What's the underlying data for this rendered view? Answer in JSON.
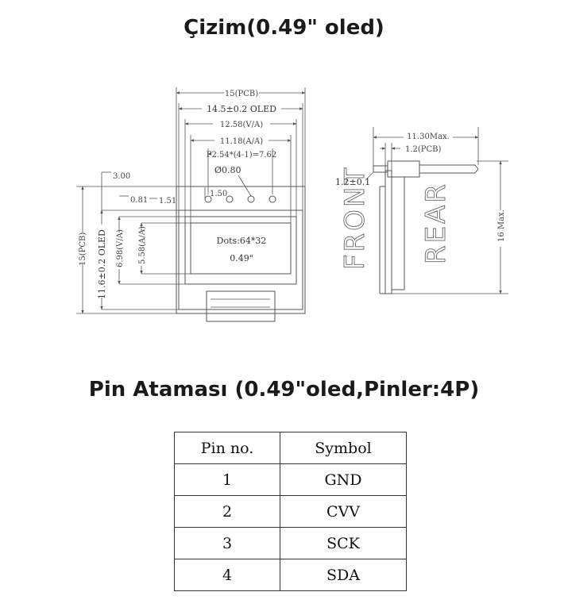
{
  "titles": {
    "drawing": "Çizim(0.49\" oled)",
    "pin": "Pin Ataması (0.49\"oled,Pinler:4P)"
  },
  "drawing": {
    "dims": {
      "pcb_width": "15(PCB)",
      "oled_width": "14.5±0.2 OLED",
      "va_width": "12.58(V/A)",
      "aa_width": "11.18(A/A)",
      "pitch": "P2.54*(4-1)=7.62",
      "hole": "Ø0.80",
      "pin_offset": "1.50",
      "top_offset": "3.00",
      "left_aa": "0.81",
      "left_va": "1.51",
      "pcb_height": "15(PCB)",
      "oled_height": "11.6±0.2 OLED",
      "va_height": "6.98(V/A)",
      "aa_height": "5.58(A/A)",
      "side_depth": "11.30Max.",
      "side_pcb": "1.2(PCB)",
      "side_pin": "1.2±0.1",
      "side_height": "16 Max.",
      "front": "FRONT",
      "rear": "REAR"
    },
    "screen": {
      "dots": "Dots:64*32",
      "size": "0.49\""
    }
  },
  "pin_table": {
    "headers": [
      "Pin no.",
      "Symbol"
    ],
    "rows": [
      [
        "1",
        "GND"
      ],
      [
        "2",
        "CVV"
      ],
      [
        "3",
        "SCK"
      ],
      [
        "4",
        "SDA"
      ]
    ]
  }
}
